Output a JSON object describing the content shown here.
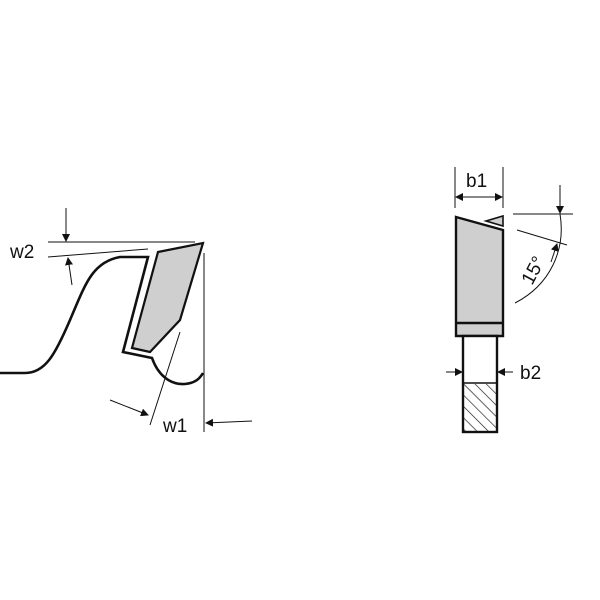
{
  "labels": {
    "w2": "w2",
    "w1": "w1",
    "b1": "b1",
    "b2": "b2",
    "angle": "15°"
  },
  "colors": {
    "line": "#111111",
    "fill": "#cfcfcf",
    "background": "#ffffff"
  }
}
